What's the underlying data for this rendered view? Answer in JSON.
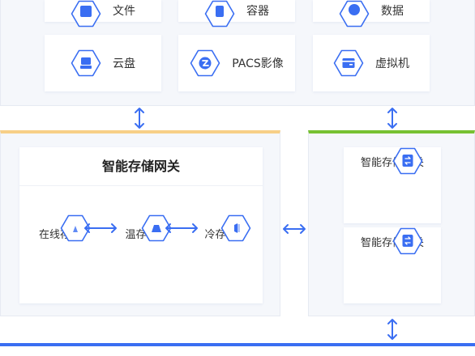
{
  "top_row_partial": [
    {
      "label": "文件",
      "icon": "file-icon"
    },
    {
      "label": "容器",
      "icon": "container-icon"
    },
    {
      "label": "数据",
      "icon": "database-icon"
    }
  ],
  "top_row": [
    {
      "label": "云盘",
      "icon": "cloud-disk-icon"
    },
    {
      "label": "PACS影像",
      "icon": "pacs-image-icon"
    },
    {
      "label": "虚拟机",
      "icon": "virtual-machine-icon"
    }
  ],
  "gateway_panel": {
    "title": "智能存储网关",
    "tiers": [
      {
        "label": "在线存储",
        "icon": "online-storage-icon"
      },
      {
        "label": "温存储",
        "icon": "warm-storage-icon"
      },
      {
        "label": "冷存储",
        "icon": "cold-storage-icon"
      }
    ]
  },
  "gateway_nodes": [
    {
      "label": "智能存储网关",
      "icon": "gateway-node-icon"
    },
    {
      "label": "智能存储网关",
      "icon": "gateway-node-icon"
    }
  ],
  "colors": {
    "accent": "#3a6ef2",
    "left_panel_top": "#f7cf87",
    "right_panel_top": "#77c132",
    "panel_bg": "#f5f7fb"
  }
}
